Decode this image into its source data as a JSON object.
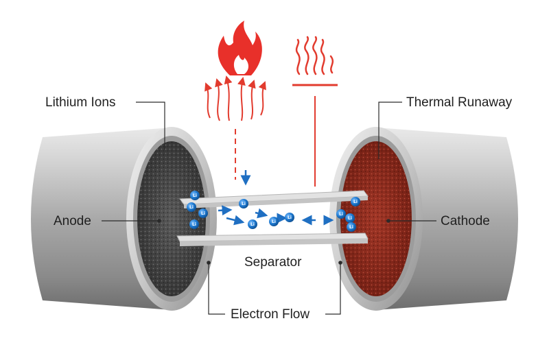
{
  "labels": {
    "lithium_ions": "Lithium Ions",
    "thermal_runaway": "Thermal Runaway",
    "anode": "Anode",
    "cathode": "Cathode",
    "separator": "Separator",
    "electron_flow": "Electron Flow"
  },
  "ion_label": "Li",
  "colors": {
    "flame": "#e8302a",
    "heat": "#e23b2e",
    "ion": "#1f7ad1",
    "arrow": "#1f6fc2",
    "anode": "#4a4a4a",
    "cathode": "#8f2a1c",
    "casing": "#bdbdbd"
  },
  "icons": [
    "flame-icon",
    "heat-waves-icon"
  ]
}
